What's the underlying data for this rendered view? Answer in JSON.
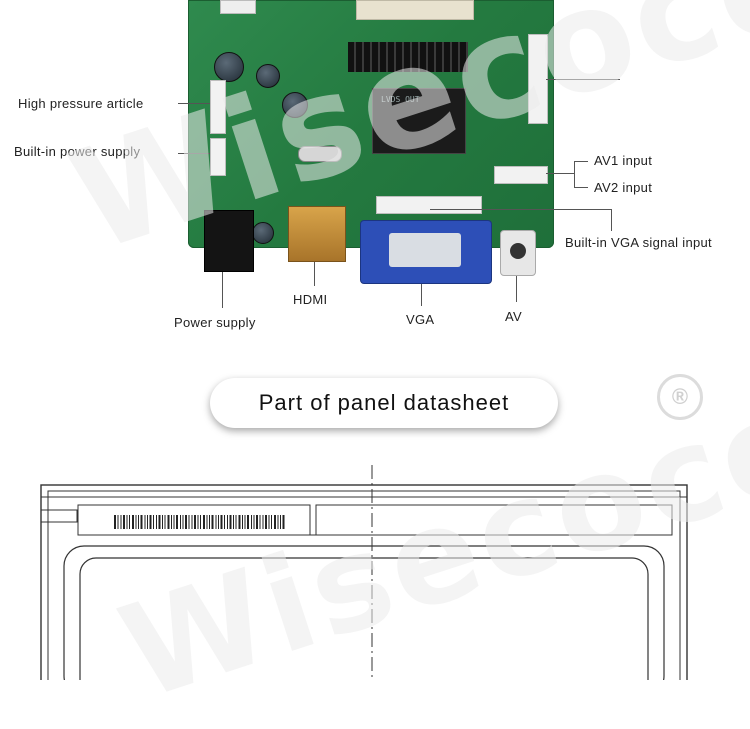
{
  "labels": {
    "high_pressure": "High pressure article",
    "builtin_power": "Built-in power supply",
    "av1": "AV1 input",
    "av2": "AV2 input",
    "builtin_vga": "Built-in VGA signal input",
    "hdmi": "HDMI",
    "power_supply": "Power supply",
    "vga": "VGA",
    "av": "AV"
  },
  "section": {
    "title": "Part of panel datasheet"
  },
  "watermark": {
    "text": "Wisecoco",
    "registered_mark": "®"
  },
  "board": {
    "chip_marking": "LVDS OUT"
  },
  "colors": {
    "pcb_green": "#2f8a4e",
    "vga_blue": "#2d4fb7",
    "hdmi_gold": "#d8a44a"
  }
}
